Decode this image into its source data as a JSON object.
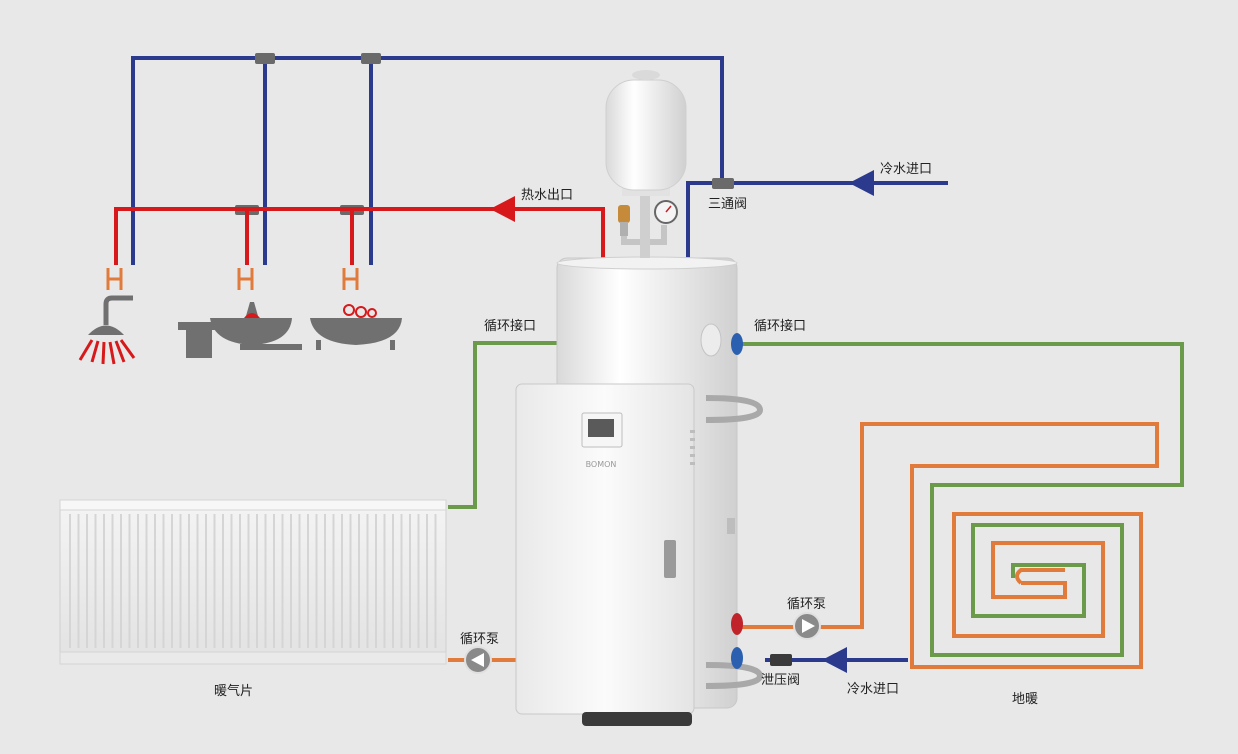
{
  "labels": {
    "hot_water_outlet": "热水出口",
    "cold_water_inlet_top": "冷水进口",
    "three_way_valve": "三通阀",
    "circulation_port_left": "循环接口",
    "circulation_port_right": "循环接口",
    "circulation_pump_right": "循环泵",
    "circulation_pump_left": "循环泵",
    "pressure_relief_valve": "泄压阀",
    "cold_water_inlet_bottom": "冷水进口",
    "radiator": "暖气片",
    "floor_heating": "地暖"
  },
  "unit_brand": "BOMON",
  "colors": {
    "background": "#e8e8e8",
    "hot_pipe": "#d7191b",
    "cold_pipe": "#2b3a8c",
    "circulation_pipe": "#6a9a4a",
    "floor_loop": "#e07b3c",
    "fixture_gray": "#707070",
    "faucet_orange": "#e07b3c",
    "pump_gray": "#8a8a8a"
  },
  "icons": [
    "shower-icon",
    "sink-icon",
    "bathtub-icon",
    "faucet-icon",
    "pump-icon",
    "expansion-tank-icon",
    "pressure-gauge-icon",
    "radiator-icon"
  ]
}
